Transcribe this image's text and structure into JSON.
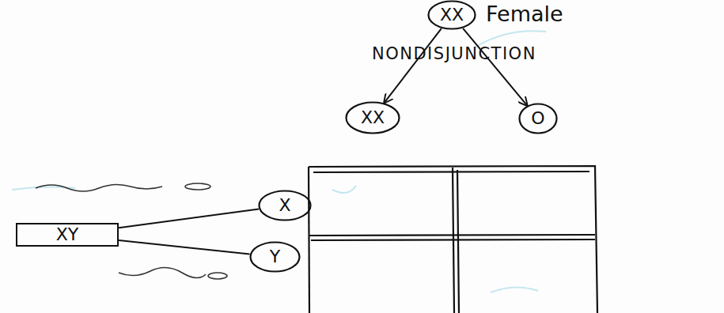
{
  "diagram": {
    "nodes": [
      {
        "text": [
          "XX",
          "Female"
        ]
      },
      {
        "text": [
          "XX"
        ]
      },
      {
        "text": [
          "O"
        ]
      },
      {
        "text": [
          "XY"
        ]
      },
      {
        "text": [
          "X"
        ]
      },
      {
        "text": [
          "Y"
        ]
      }
    ],
    "edges": [
      {
        "from": 0,
        "to": 1,
        "arrow": "to"
      },
      {
        "from": 0,
        "to": 2,
        "arrow": "to"
      },
      {
        "from": 3,
        "to": 4,
        "arrow": "none"
      },
      {
        "from": 3,
        "to": 5,
        "arrow": "none"
      }
    ],
    "labels": [
      "NONDISJUNCTION"
    ]
  }
}
